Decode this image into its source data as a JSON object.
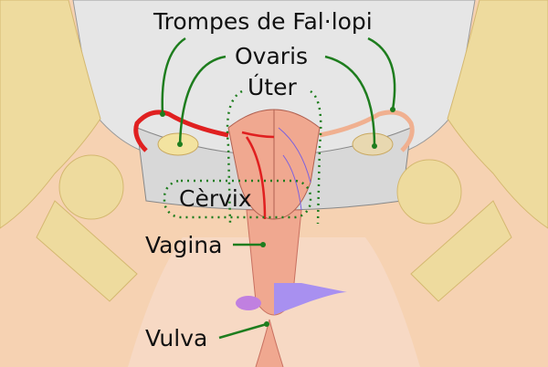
{
  "labels": {
    "fallopian_tubes": "Trompes de Fal·lopi",
    "ovaries": "Ovaris",
    "uterus": "Úter",
    "cervix": "Cèrvix",
    "vagina": "Vagina",
    "vulva": "Vulva"
  },
  "colors": {
    "skin": "#f7d9c4",
    "bone": "#eedb9e",
    "cavity": "#e6e6e6",
    "muscle": "#f0a890",
    "leader": "#1e7d1e",
    "artery": "#e02020",
    "vein": "#7a60e0"
  }
}
